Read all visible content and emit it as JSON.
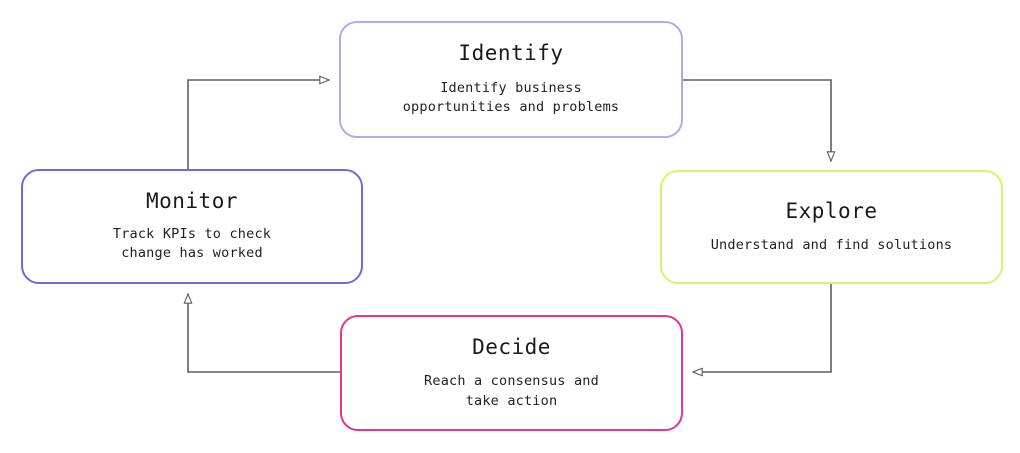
{
  "diagram": {
    "type": "cycle-flowchart",
    "background_color": "#ffffff",
    "connector_color": "#5f5f5f",
    "nodes": [
      {
        "id": "identify",
        "title": "Identify",
        "description": "Identify business\nopportunities and problems",
        "border_color": "#b3abe8",
        "fill_color": "#ffffff"
      },
      {
        "id": "explore",
        "title": "Explore",
        "description": "Understand and find solutions",
        "border_color": "#ddf06a",
        "fill_color": "#ffffff"
      },
      {
        "id": "decide",
        "title": "Decide",
        "description": "Reach a consensus and\ntake action",
        "border_color": "#e8338c",
        "fill_color": "#ffffff"
      },
      {
        "id": "monitor",
        "title": "Monitor",
        "description": "Track KPIs to check\nchange has worked",
        "border_color": "#6b6be0",
        "fill_color": "#ffffff"
      }
    ],
    "edges": [
      {
        "id": "identify-to-explore",
        "from": "Identify",
        "to": "Explore"
      },
      {
        "id": "explore-to-decide",
        "from": "Explore",
        "to": "Decide"
      },
      {
        "id": "decide-to-monitor",
        "from": "Decide",
        "to": "Monitor"
      },
      {
        "id": "monitor-to-identify",
        "from": "Monitor",
        "to": "Identify"
      }
    ]
  }
}
